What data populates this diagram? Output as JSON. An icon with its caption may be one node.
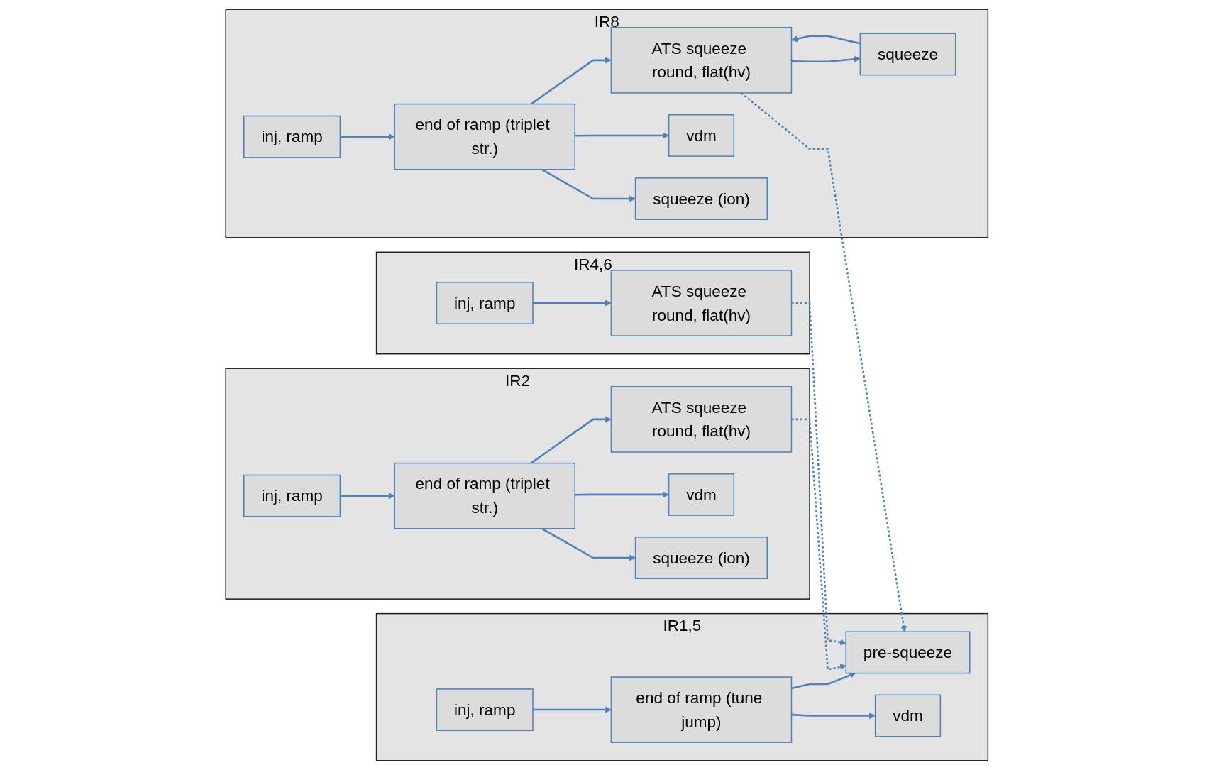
{
  "diagram": {
    "nodes": [
      {
        "text": [
          "IR1,5"
        ]
      },
      {
        "text": [
          "inj, ramp"
        ],
        "in": 0
      },
      {
        "text": [
          "end of ramp (tune jump)"
        ],
        "in": 0
      },
      {
        "text": [
          "pre-squeeze"
        ],
        "in": 0
      },
      {
        "text": [
          "vdm"
        ],
        "in": 0
      },
      {
        "text": [
          "IR8"
        ]
      },
      {
        "text": [
          "inj, ramp"
        ],
        "in": 5
      },
      {
        "text": [
          "end of ramp (triplet str.)"
        ],
        "in": 5
      },
      {
        "text": [
          "ATS squeeze round, flat(hv)"
        ],
        "in": 5
      },
      {
        "text": [
          "squeeze"
        ],
        "in": 5
      },
      {
        "text": [
          "vdm"
        ],
        "in": 5
      },
      {
        "text": [
          "squeeze (ion)"
        ],
        "in": 5
      },
      {
        "text": [
          "IR2"
        ]
      },
      {
        "text": [
          "inj, ramp"
        ],
        "in": 12
      },
      {
        "text": [
          "end of ramp (triplet str.)"
        ],
        "in": 12
      },
      {
        "text": [
          "ATS squeeze round, flat(hv)"
        ],
        "in": 12
      },
      {
        "text": [
          "vdm"
        ],
        "in": 12
      },
      {
        "text": [
          "squeeze (ion)"
        ],
        "in": 12
      },
      {
        "text": [
          "IR4,6"
        ]
      },
      {
        "text": [
          "inj, ramp"
        ],
        "in": 18
      },
      {
        "text": [
          "ATS squeeze round, flat(hv)"
        ],
        "in": 18
      }
    ],
    "edges": [
      {
        "from": 1,
        "to": 2,
        "arrow": "to"
      },
      {
        "from": 2,
        "to": 3,
        "arrow": "to"
      },
      {
        "from": 2,
        "to": 4,
        "arrow": "to"
      },
      {
        "from": 6,
        "to": 7,
        "arrow": "to"
      },
      {
        "from": 7,
        "to": 8,
        "arrow": "to"
      },
      {
        "from": 8,
        "to": 9,
        "arrow": "to"
      },
      {
        "from": 9,
        "to": 8,
        "arrow": "to"
      },
      {
        "from": 7,
        "to": 10,
        "arrow": "to"
      },
      {
        "from": 7,
        "to": 11,
        "arrow": "to"
      },
      {
        "from": 13,
        "to": 14,
        "arrow": "to"
      },
      {
        "from": 14,
        "to": 15,
        "arrow": "to"
      },
      {
        "from": 14,
        "to": 16,
        "arrow": "to"
      },
      {
        "from": 14,
        "to": 17,
        "arrow": "to"
      },
      {
        "from": 19,
        "to": 20,
        "arrow": "to"
      },
      {
        "from": 8,
        "to": 3,
        "arrow": "to",
        "style": "dashed"
      },
      {
        "from": 15,
        "to": 3,
        "arrow": "to",
        "style": "dashed"
      },
      {
        "from": 20,
        "to": 3,
        "arrow": "to",
        "style": "dashed"
      }
    ]
  }
}
